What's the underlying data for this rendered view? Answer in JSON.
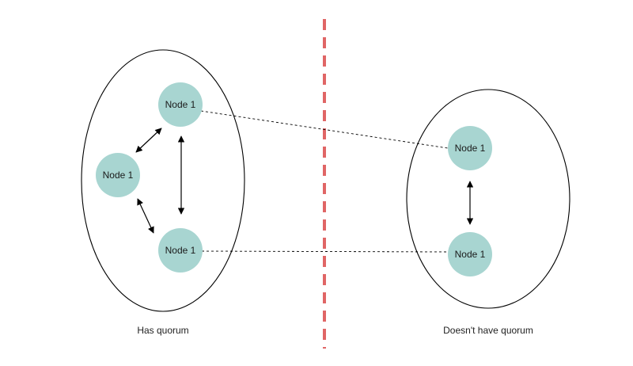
{
  "colors": {
    "node_fill": "#a8d5d1",
    "partition_line": "#e06666",
    "stroke": "#000000"
  },
  "left_group": {
    "label": "Has quorum",
    "nodes": [
      {
        "label": "Node 1"
      },
      {
        "label": "Node 1"
      },
      {
        "label": "Node 1"
      }
    ]
  },
  "right_group": {
    "label": "Doesn't have quorum",
    "nodes": [
      {
        "label": "Node 1"
      },
      {
        "label": "Node 1"
      }
    ]
  }
}
